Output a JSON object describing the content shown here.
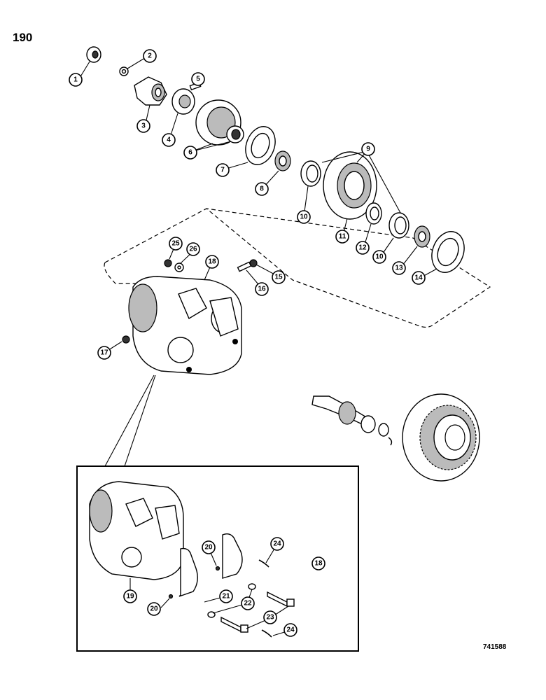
{
  "page_number": "190",
  "drawing_code": "741588",
  "callouts": {
    "c1": "1",
    "c2": "2",
    "c3": "3",
    "c4": "4",
    "c5": "5",
    "c6": "6",
    "c7": "7",
    "c8": "8",
    "c9": "9",
    "c10a": "10",
    "c10b": "10",
    "c11": "11",
    "c12": "12",
    "c13": "13",
    "c14": "14",
    "c15": "15",
    "c16": "16",
    "c17": "17",
    "c18a": "18",
    "c18b": "18",
    "c19": "19",
    "c20a": "20",
    "c20b": "20",
    "c21": "21",
    "c22": "22",
    "c23": "23",
    "c24a": "24",
    "c24b": "24",
    "c25": "25",
    "c26": "26"
  },
  "icons": {
    "exploded_view": "differential-assembly-exploded-view",
    "inset": "differential-case-detail-inset",
    "pinion": "pinion-shaft-icon",
    "ring_gear": "ring-gear-icon"
  }
}
